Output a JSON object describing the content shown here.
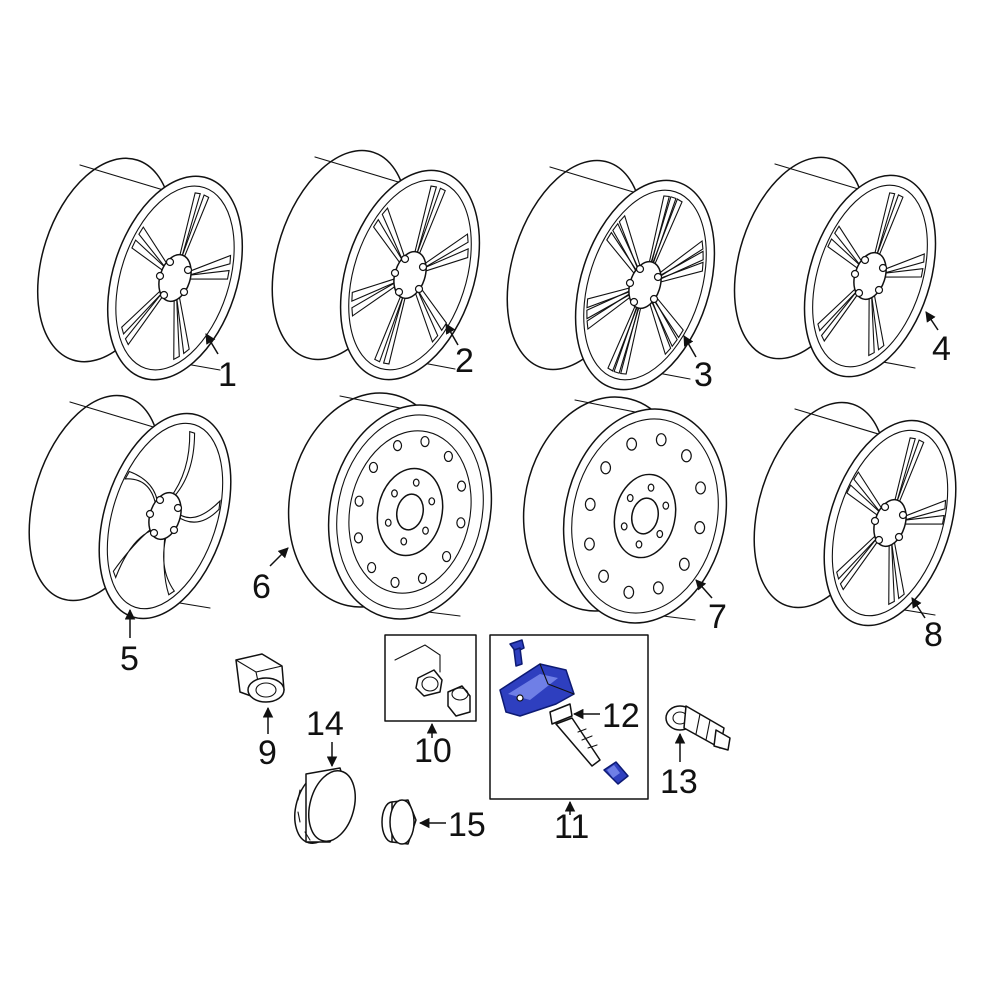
{
  "callouts": {
    "c1": "1",
    "c2": "2",
    "c3": "3",
    "c4": "4",
    "c5": "5",
    "c6": "6",
    "c7": "7",
    "c8": "8",
    "c9": "9",
    "c10": "10",
    "c11": "11",
    "c12": "12",
    "c13": "13",
    "c14": "14",
    "c15": "15"
  },
  "colors": {
    "highlight": "#2e3fbf",
    "line": "#111111",
    "background": "#ffffff"
  }
}
